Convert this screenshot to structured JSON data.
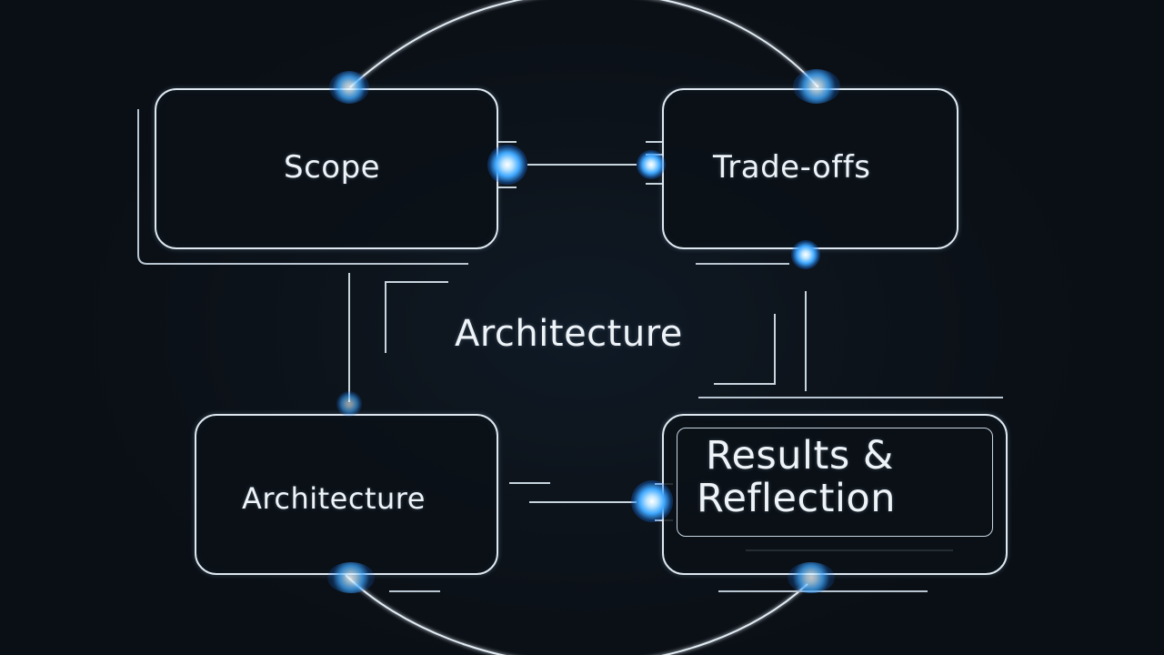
{
  "nodes": {
    "scope": {
      "label": "Scope"
    },
    "tradeoffs": {
      "label": "Trade-offs"
    },
    "architecture_box": {
      "label": "Architecture"
    },
    "results": {
      "label_line1": "Results &",
      "label_line2": "Reflection"
    }
  },
  "center_label": "Architecture",
  "colors": {
    "background": "#0d1218",
    "line": "#dfe8f0",
    "glow": "#3fa8ff"
  }
}
